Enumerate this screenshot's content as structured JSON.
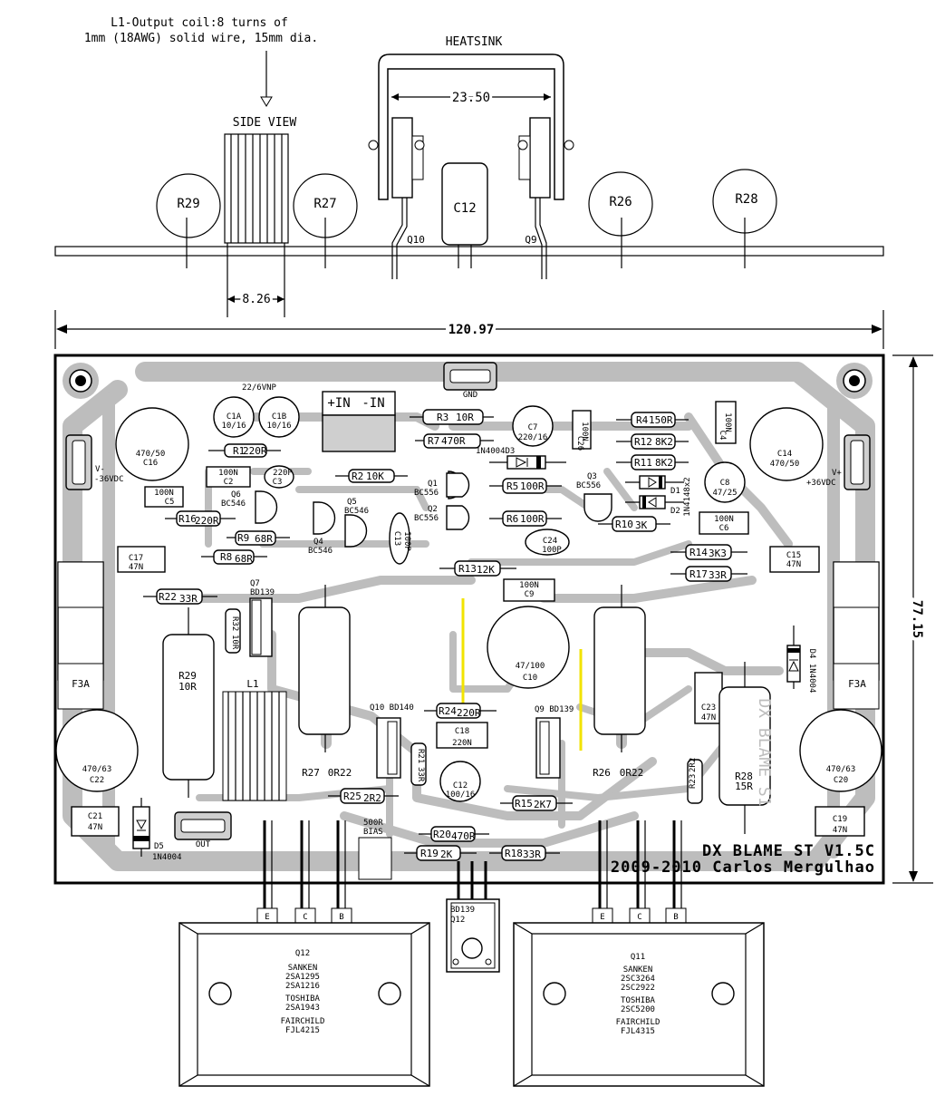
{
  "side_view": {
    "coil_note_line1": "L1-Output coil:8 turns of",
    "coil_note_line2": "1mm (18AWG) solid wire, 15mm dia.",
    "side_view_label": "SIDE VIEW",
    "heatsink_label": "HEATSINK",
    "heatsink_width": "23.50",
    "coil_length": "8.26",
    "parts": {
      "r29": "R29",
      "r27": "R27",
      "r26": "R26",
      "r28": "R28",
      "c12": "C12",
      "q10": "Q10",
      "q9": "Q9"
    }
  },
  "dimensions": {
    "board_width": "120.97",
    "board_height": "77.15"
  },
  "board": {
    "title_line1": "DX BLAME ST V1.5C",
    "title_line2": "2009-2010 Carlos Mergulhao",
    "watermark": "DX BLAME S1",
    "gnd": "GND",
    "out": "OUT",
    "input_plus": "+IN",
    "input_minus": "-IN",
    "vneg_line1": "V-",
    "vneg_line2": "-36VDC",
    "vpos_line1": "V+",
    "vpos_line2": "+36VDC",
    "f3a_left": "F3A",
    "f3a_right": "F3A",
    "bias_line1": "500R",
    "bias_line2": "BIAS",
    "l1": "L1",
    "c1a_c1b_header": "22/6VNP",
    "components": {
      "c16_value": "470/50",
      "c16": "C16",
      "c14_value": "470/50",
      "c14": "C14",
      "c1a": "C1A",
      "c1a_value": "10/16",
      "c1b": "C1B",
      "c1b_value": "10/16",
      "r1": "R1",
      "r1_value": "220R",
      "c2_value": "100N",
      "c2": "C2",
      "c3_value": "220P",
      "c3": "C3",
      "c5_value": "100N",
      "c5": "C5",
      "r2": "R2",
      "r2_value": "10K",
      "r3": "R3",
      "r3_value": "10R",
      "r7": "R7",
      "r7_value": "470R",
      "c7": "C7",
      "c7_value": "220/16",
      "c26": "C26",
      "c26_value": "100N",
      "d3": "1N4004D3",
      "r4": "R4",
      "r4_value": "150R",
      "r12": "R12",
      "r12_value": "8K2",
      "r11": "R11",
      "r11_value": "8K2",
      "c4": "C4",
      "c4_value": "100N",
      "q1": "Q1",
      "q1_type": "BC556",
      "q2": "Q2",
      "q2_type": "BC556",
      "q3": "Q3",
      "q3_type": "BC556",
      "q4": "Q4",
      "q4_type": "BC546",
      "q5": "Q5",
      "q5_type": "BC546",
      "q6": "Q6",
      "q6_type": "BC546",
      "r5": "R5",
      "r5_value": "100R",
      "r6": "R6",
      "r6_value": "100R",
      "d1": "D1",
      "d2": "D2",
      "d1d2_type": "1N4148x2",
      "c8": "C8",
      "c8_value": "47/25",
      "r10": "R10",
      "r10_value": "3K",
      "c6_value": "100N",
      "c6": "C6",
      "c24": "C24",
      "c24_value": "100P",
      "r16": "R16",
      "r16_value": "220R",
      "r9": "R9",
      "r9_value": "68R",
      "r8": "R8",
      "r8_value": "68R",
      "c13": "C13",
      "c13_value": "100P",
      "r13": "R13",
      "r13_value": "12K",
      "r14": "R14",
      "r14_value": "3K3",
      "r17": "R17",
      "r17_value": "33R",
      "c17": "C17",
      "c17_value": "47N",
      "c15": "C15",
      "c15_value": "47N",
      "c9_value": "100N",
      "c9": "C9",
      "r22": "R22",
      "r22_value": "33R",
      "q7": "Q7",
      "q7_type": "BD139",
      "r32": "R32",
      "r32_value": "10R",
      "r29": "R29",
      "r29_value": "10R",
      "c10_value": "47/100",
      "c10": "C10",
      "d4": "D4 1N4004",
      "c23": "C23",
      "c23_value": "47N",
      "r28": "R28",
      "r28_value": "15R",
      "q10": "Q10 BD140",
      "q9": "Q9 BD139",
      "r24": "R24",
      "r24_value": "220R",
      "c18": "C18",
      "c18_value": "220N",
      "r21": "R21",
      "r21_value": "33R",
      "c12": "C12",
      "c12_value": "100/16",
      "r27": "R27",
      "r27_value": "0R22",
      "r26": "R26",
      "r26_value": "0R22",
      "r25": "R25",
      "r25_value": "2R2",
      "r15": "R15",
      "r15_value": "2K7",
      "r23": "R23",
      "r23_value": "2R2",
      "c22_value": "470/63",
      "c22": "C22",
      "c20_value": "470/63",
      "c20": "C20",
      "c21": "C21",
      "c21_value": "47N",
      "c19": "C19",
      "c19_value": "47N",
      "d5": "D5",
      "d5_type": "1N4004",
      "r20": "R20",
      "r20_value": "470R",
      "r19": "R19",
      "r19_value": "2K",
      "r18": "R18",
      "r18_value": "33R"
    }
  },
  "transistors": {
    "q12": {
      "name": "Q12",
      "lines": [
        "SANKEN",
        "2SA1295",
        "2SA1216",
        "TOSHIBA",
        "2SA1943",
        "FAIRCHILD",
        "FJL4215"
      ],
      "pins": [
        "E",
        "C",
        "B"
      ]
    },
    "q11": {
      "name": "Q11",
      "lines": [
        "SANKEN",
        "2SC3264",
        "2SC2922",
        "TOSHIBA",
        "2SC5200",
        "FAIRCHILD",
        "FJL4315"
      ],
      "pins": [
        "E",
        "C",
        "B"
      ]
    },
    "q12_driver": {
      "type": "BD139",
      "name": "Q12"
    }
  }
}
